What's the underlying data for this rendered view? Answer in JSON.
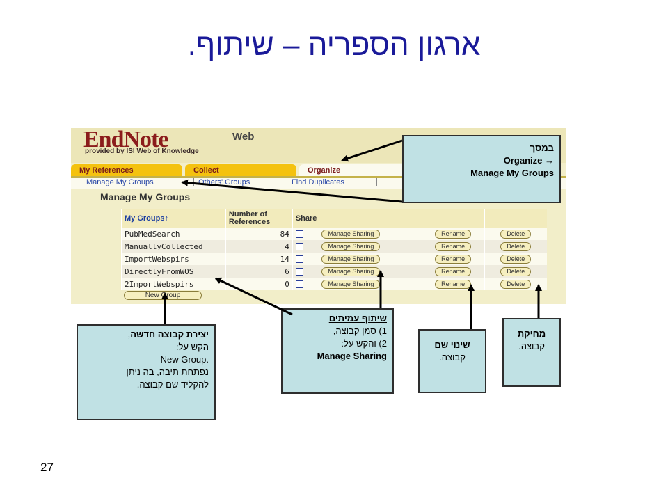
{
  "slide": {
    "title": "ארגון הספריה – שיתוף.",
    "number": "27"
  },
  "endnote": {
    "logo": "EndNote",
    "logo_web": "Web",
    "logo_sub": "provided by ISI Web of Knowledge",
    "tabs": [
      "My References",
      "Collect",
      "Organize"
    ],
    "subnav": [
      "Manage My Groups",
      "Others' Groups",
      "Find Duplicates"
    ],
    "page_heading": "Manage My Groups",
    "table": {
      "headers": [
        "My Groups",
        "Number of References",
        "Share"
      ],
      "rows": [
        {
          "name": "PubMedSearch",
          "count": "84"
        },
        {
          "name": "ManuallyCollected",
          "count": "4"
        },
        {
          "name": "ImportWebspirs",
          "count": "14"
        },
        {
          "name": "DirectlyFromWOS",
          "count": "6"
        },
        {
          "name": "2ImportWebspirs",
          "count": "0"
        }
      ],
      "buttons": {
        "share": "Manage Sharing",
        "rename": "Rename",
        "delete": "Delete"
      }
    },
    "new_group": "New Group"
  },
  "callouts": {
    "organize": {
      "line1": "במסך",
      "line2": "Organize →",
      "line3": "Manage My Groups"
    },
    "new_group": {
      "line1_bold": "יצירת קבוצה חדשה",
      "line1_rest": ",",
      "line2": "הקש על:",
      "line3": "New Group.",
      "line4": "נפתחת תיבה, בה ניתן",
      "line5": "להקליד שם קבוצה."
    },
    "share": {
      "title": "שיתוף עמיתים",
      "line1": "1) סמן קבוצה,",
      "line2": "2) והקש על:",
      "line3": "Manage Sharing"
    },
    "rename": {
      "title": "שינוי שם",
      "body": "קבוצה."
    },
    "delete": {
      "title": "מחיקת",
      "body": "קבוצה."
    }
  }
}
